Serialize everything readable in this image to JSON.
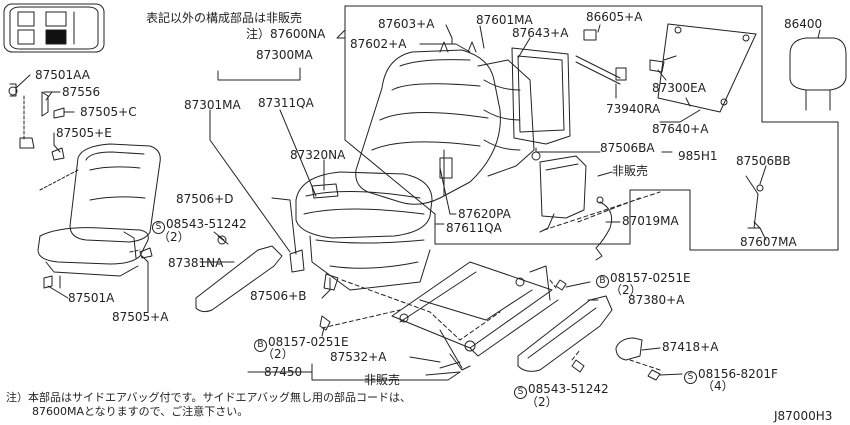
{
  "header_note": "表記以外の構成部品は非販売",
  "main_part_note": "注）87600NA",
  "parts": {
    "p87501AA": "87501AA",
    "p87556": "87556",
    "p87505C": "87505+C",
    "p87505E": "87505+E",
    "p87501A": "87501A",
    "p87505A": "87505+A",
    "p87300MA": "87300MA",
    "p87301MA": "87301MA",
    "p87311QA": "87311QA",
    "p87320NA": "87320NA",
    "p87506D": "87506+D",
    "p87381NA": "87381NA",
    "p87506B": "87506+B",
    "p87603A": "87603+A",
    "p87602A": "87602+A",
    "p87601MA": "87601MA",
    "p87643A": "87643+A",
    "p86605A": "86605+A",
    "p73940RA": "73940RA",
    "p87300EA": "87300EA",
    "p87640A": "87640+A",
    "p86400": "86400",
    "p87506BA": "87506BA",
    "p985H1": "985H1",
    "not_sold_1": "非販売",
    "p87506BB": "87506BB",
    "p87620PA": "87620PA",
    "p87611QA": "87611QA",
    "p87019MA": "87019MA",
    "p87607MA": "87607MA",
    "p87380A": "87380+A",
    "p87418A": "87418+A",
    "p87532A": "87532+A",
    "p87450": "87450",
    "not_sold_2": "非販売",
    "j_code": "J87000H3"
  },
  "bolts": {
    "s1": {
      "symbol": "S",
      "code": "08543-51242",
      "qty": "（2）"
    },
    "b1": {
      "symbol": "B",
      "code": "08157-0251E",
      "qty": "（2）"
    },
    "b2": {
      "symbol": "B",
      "code": "08157-0251E",
      "qty": "（2）"
    },
    "s2": {
      "symbol": "S",
      "code": "08543-51242",
      "qty": "（2）"
    },
    "s3": {
      "symbol": "S",
      "code": "08156-8201F",
      "qty": "（4）"
    }
  },
  "footnote": {
    "line1": "注）本部品はサイドエアバッグ付です。サイドエアバッグ無し用の部品コードは、",
    "line2": "87600MAとなりますので、ご注意下さい。"
  }
}
